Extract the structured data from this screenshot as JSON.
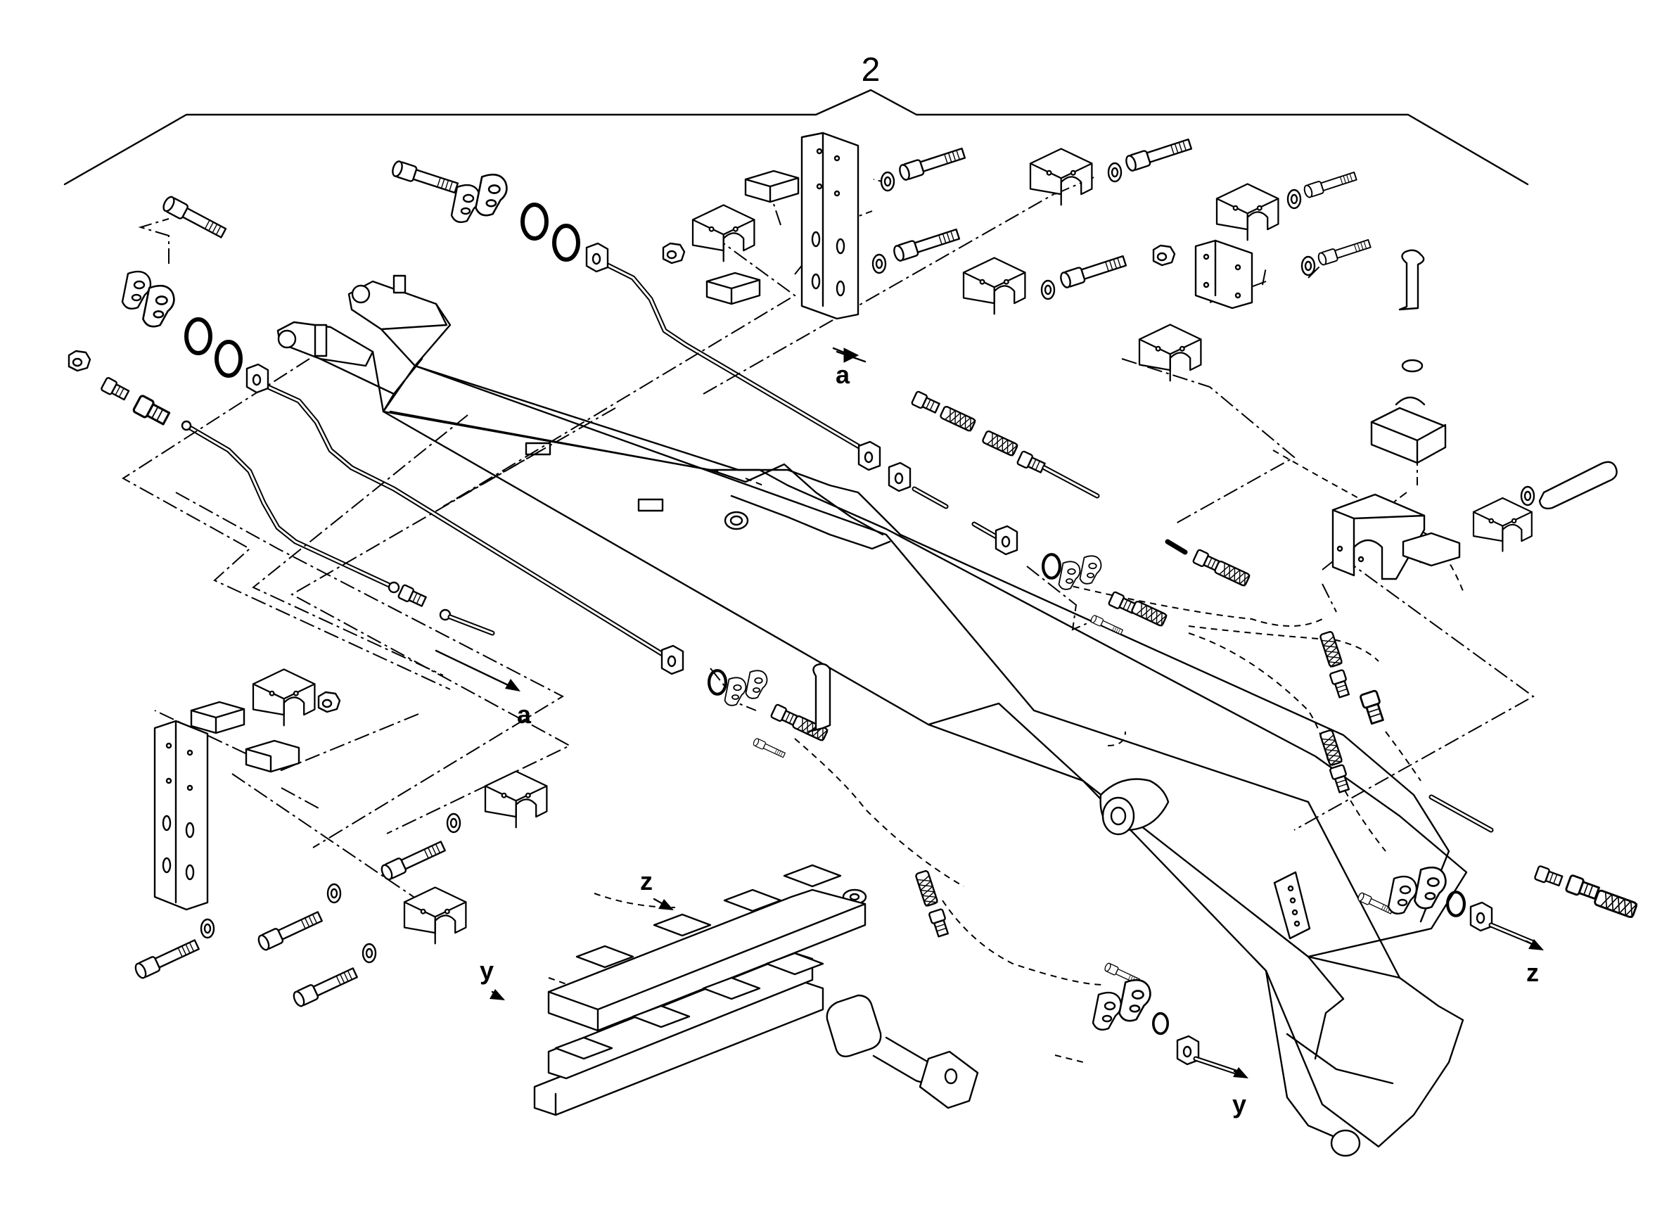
{
  "assembly_number": "2",
  "callouts": {
    "a_top": "a",
    "a_left": "a",
    "z_right": "z",
    "z_center": "z",
    "y_bottom": "y",
    "y_center": "y"
  }
}
